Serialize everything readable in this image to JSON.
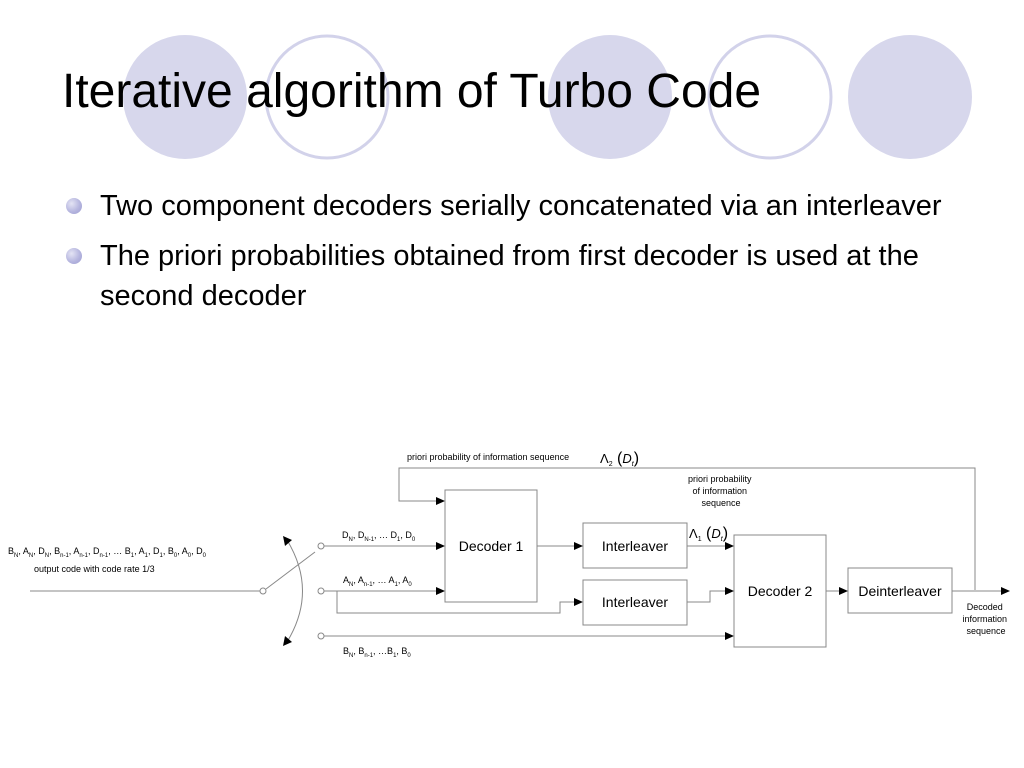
{
  "slide": {
    "title": "Iterative algorithm of Turbo Code",
    "bullets": [
      "Two component decoders serially concatenated via an interleaver",
      "The priori probabilities obtained from first decoder is used at the second decoder"
    ]
  },
  "diagram": {
    "input_sequence_label": {
      "B_N": "B",
      "N": "N",
      "A_N": "A",
      "D_N": "D",
      "n1": "n-1",
      "dots": "…",
      "one": "1",
      "zero": "0"
    },
    "input_sequence_text": "B_N, A_N, D_N, B_n-1, A_n-1, D_n-1, … B_1, A_1, D_1, B_0, A_0, D_0",
    "output_code_label": "output code with code rate 1/3",
    "d_branch_label": "D_N, D_N-1, … D_1, D_0",
    "a_branch_label": "A_N, A_n-1, … A_1, A_0",
    "b_branch_label": "B_N, B_n-1, …B_1, B_0",
    "feedback_label": "priori probability of information sequence",
    "lambda2": "Λ",
    "lambda2_sub": "2",
    "lambda_arg": "D",
    "lambda_arg_sub": "t",
    "lambda1": "Λ",
    "lambda1_sub": "1",
    "priori_note": [
      "priori probability",
      "of information",
      "sequence"
    ],
    "blocks": {
      "decoder1": "Decoder 1",
      "interleaver_top": "Interleaver",
      "interleaver_bottom": "Interleaver",
      "decoder2": "Decoder 2",
      "deinterleaver": "Deinterleaver"
    },
    "output_label": [
      "Decoded",
      "information",
      "sequence"
    ]
  },
  "theme": {
    "circle_fill": "#d7d7ec",
    "circle_ring": "#d2d2ea",
    "bullet_color": "#b6b6df"
  }
}
